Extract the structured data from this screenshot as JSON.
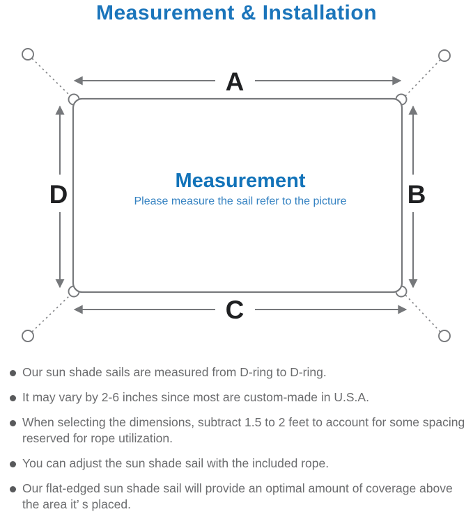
{
  "title": "Measurement & Installation",
  "diagram": {
    "heading": "Measurement",
    "subtitle": "Please measure the sail refer to the picture",
    "side_labels": {
      "top": "A",
      "right": "B",
      "bottom": "C",
      "left": "D"
    }
  },
  "bullets": [
    "Our sun shade sails are measured from D-ring to D-ring.",
    "It may vary by 2-6 inches since most are custom-made in U.S.A.",
    "When selecting the dimensions, subtract 1.5 to 2 feet to account for some spacing\nreserved for rope utilization.",
    "You can adjust the sun shade sail with the included rope.",
    "Our flat-edged sun shade sail will provide an optimal amount of coverage above\nthe area it’ s placed."
  ],
  "colors": {
    "title_blue": "#1b75bb",
    "heading_blue": "#1273b9",
    "subtitle_blue": "#3381c1",
    "diagram_line_gray": "#76787b",
    "label_black": "#1f2022",
    "bullet_text_gray": "#6b6c6e"
  }
}
